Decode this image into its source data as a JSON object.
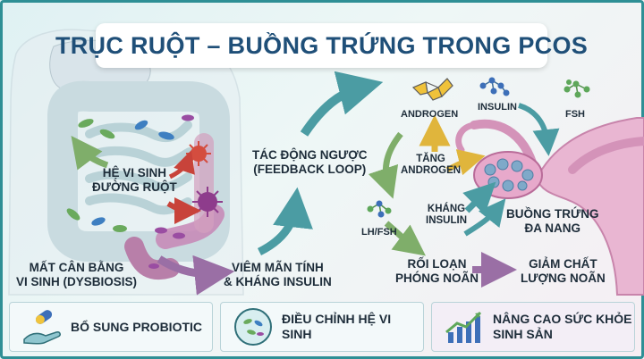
{
  "title": "TRỤC RUỘT – BUỒNG TRỨNG TRONG PCOS",
  "labels": {
    "gut_microbiota": [
      "HỆ VI SINH",
      "ĐƯỜNG RUỘT"
    ],
    "dysbiosis": [
      "MẤT CÂN BẰNG",
      "VI SINH (DYSBIOSIS)"
    ],
    "inflammation": [
      "VIÊM MÃN TÍNH",
      "& KHÁNG INSULIN"
    ],
    "feedback": [
      "TÁC ĐỘNG NGƯỢC",
      "(FEEDBACK LOOP)"
    ],
    "androgen": "ANDROGEN",
    "insulin": "INSULIN",
    "fsh": "FSH",
    "increase_androgen": [
      "TĂNG",
      "ANDROGEN"
    ],
    "insulin_resistance": [
      "KHÁNG",
      "INSULIN"
    ],
    "lh_fsh": "LH/FSH",
    "pcos": [
      "BUỒNG TRỨNG",
      "ĐA NANG"
    ],
    "ovulation_disorder": [
      "RỐI LOẠN",
      "PHÓNG NOÃN"
    ],
    "egg_quality": [
      "GIẢM CHẤT",
      "LƯỢNG NOÃN"
    ]
  },
  "bottom": {
    "probiotic": "BỔ SUNG PROBIOTIC",
    "microbiota": "ĐIỀU CHỈNH HỆ VI SINH",
    "health": [
      "NÂNG CAO SỨC KHỎE",
      "SINH SẢN"
    ]
  },
  "colors": {
    "title": "#1f4f78",
    "frame": "#2e8f95",
    "arrow_teal": "#4b9ca3",
    "arrow_purple": "#9a6fa5",
    "arrow_green": "#7fae6a",
    "arrow_yellow": "#e0b53c",
    "uterus": "#d79ac0"
  }
}
